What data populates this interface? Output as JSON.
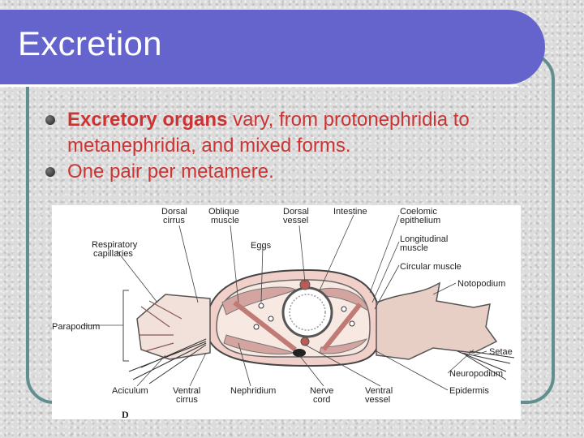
{
  "slide": {
    "title": "Excretion",
    "bullets": [
      {
        "bold": "Excretory organs",
        "rest": " vary, from protonephridia to metanephridia, and mixed forms."
      },
      {
        "text": "One pair per metamere."
      }
    ]
  },
  "diagram": {
    "panel_letter": "D",
    "labels": {
      "dorsal_cirrus_1": "Dorsal",
      "dorsal_cirrus_2": "cirrus",
      "oblique_muscle_1": "Oblique",
      "oblique_muscle_2": "muscle",
      "dorsal_vessel_1": "Dorsal",
      "dorsal_vessel_2": "vessel",
      "intestine": "Intestine",
      "coelomic_epithelium_1": "Coelomic",
      "coelomic_epithelium_2": "epithelium",
      "respiratory_capillaries_1": "Respiratory",
      "respiratory_capillaries_2": "capillaries",
      "eggs": "Eggs",
      "longitudinal_muscle_1": "Longitudinal",
      "longitudinal_muscle_2": "muscle",
      "circular_muscle": "Circular muscle",
      "notopodium": "Notopodium",
      "parapodium": "Parapodium",
      "setae": "Setae",
      "neuropodium": "Neuropodium",
      "epidermis": "Epidermis",
      "aciculum": "Aciculum",
      "ventral_cirrus_1": "Ventral",
      "ventral_cirrus_2": "cirrus",
      "nephridium": "Nephridium",
      "nerve_cord_1": "Nerve",
      "nerve_cord_2": "cord",
      "ventral_vessel_1": "Ventral",
      "ventral_vessel_2": "vessel"
    }
  },
  "colors": {
    "title_bar": "#6464cc",
    "bullet_text": "#cc3333",
    "frame": "#5f8f8f",
    "muscle": "#d4a5a0",
    "tissue": "#f0d0c8",
    "outline": "#444444"
  }
}
